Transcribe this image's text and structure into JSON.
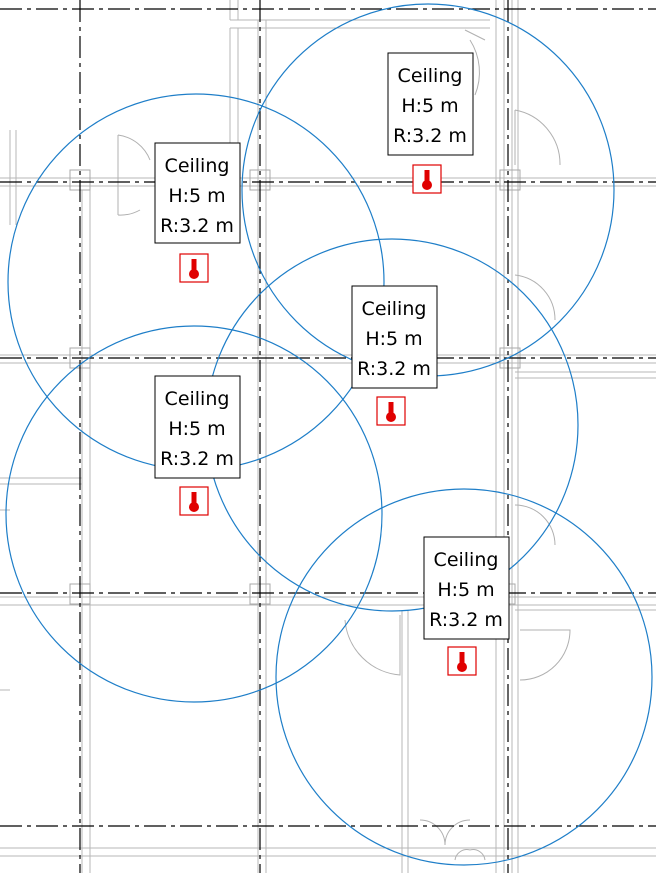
{
  "colors": {
    "coverage_circle": "#1e7ec8",
    "detector": "#e00000",
    "grid": "#000000",
    "walls": "#b7b7b7"
  },
  "detectors": [
    {
      "mount": "Ceiling",
      "height": "H:5 m",
      "radius": "R:3.2 m",
      "icon": "heat-detector-icon"
    },
    {
      "mount": "Ceiling",
      "height": "H:5 m",
      "radius": "R:3.2 m",
      "icon": "heat-detector-icon"
    },
    {
      "mount": "Ceiling",
      "height": "H:5 m",
      "radius": "R:3.2 m",
      "icon": "heat-detector-icon"
    },
    {
      "mount": "Ceiling",
      "height": "H:5 m",
      "radius": "R:3.2 m",
      "icon": "heat-detector-icon"
    },
    {
      "mount": "Ceiling",
      "height": "H:5 m",
      "radius": "R:3.2 m",
      "icon": "heat-detector-icon"
    }
  ]
}
